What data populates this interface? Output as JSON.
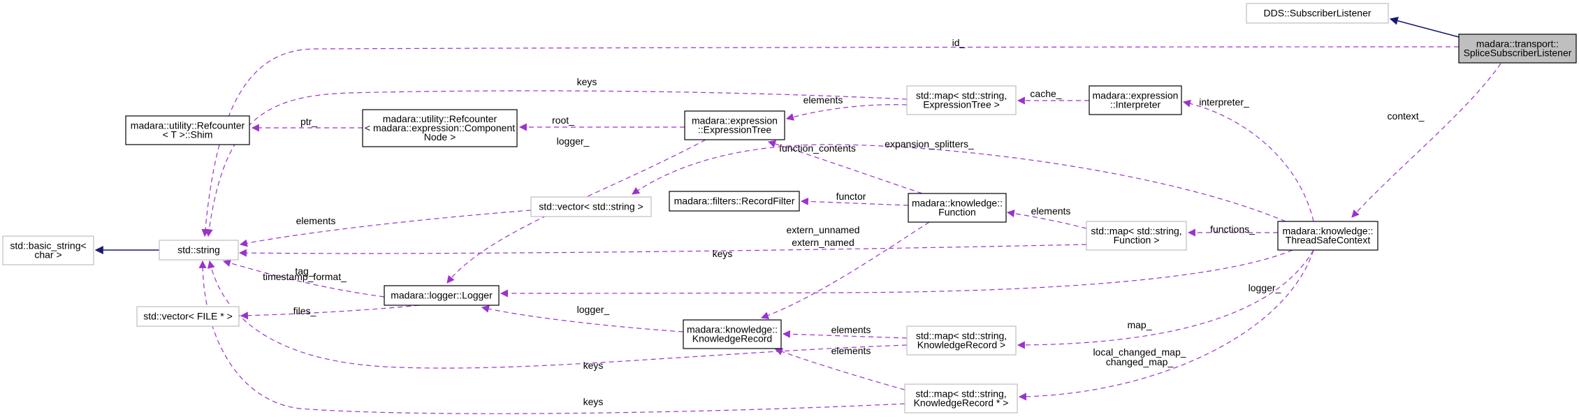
{
  "nodes": [
    {
      "id": "dds_sub",
      "lines": [
        "DDS::SubscriberListener"
      ],
      "style": "gray"
    },
    {
      "id": "splice",
      "lines": [
        "madara::transport::",
        "SpliceSubscriberListener"
      ],
      "style": "root"
    },
    {
      "id": "shim",
      "lines": [
        "madara::utility::Refcounter",
        "< T >::Shim"
      ],
      "style": "black"
    },
    {
      "id": "refcounter",
      "lines": [
        "madara::utility::Refcounter",
        "< madara::expression::Component",
        "Node >"
      ],
      "style": "black"
    },
    {
      "id": "exprtree",
      "lines": [
        "madara::expression",
        "::ExpressionTree"
      ],
      "style": "black"
    },
    {
      "id": "map_expr",
      "lines": [
        "std::map< std::string,",
        "ExpressionTree >"
      ],
      "style": "gray"
    },
    {
      "id": "interp",
      "lines": [
        "madara::expression",
        "::Interpreter"
      ],
      "style": "black"
    },
    {
      "id": "basic_string",
      "lines": [
        "std::basic_string<",
        "char >"
      ],
      "style": "gray"
    },
    {
      "id": "string",
      "lines": [
        "std::string"
      ],
      "style": "gray"
    },
    {
      "id": "vec_string",
      "lines": [
        "std::vector< std::string >"
      ],
      "style": "gray"
    },
    {
      "id": "recfilter",
      "lines": [
        "madara::filters::RecordFilter"
      ],
      "style": "black"
    },
    {
      "id": "function",
      "lines": [
        "madara::knowledge::",
        "Function"
      ],
      "style": "black"
    },
    {
      "id": "map_func",
      "lines": [
        "std::map< std::string,",
        "Function >"
      ],
      "style": "gray"
    },
    {
      "id": "tsc",
      "lines": [
        "madara::knowledge::",
        "ThreadSafeContext"
      ],
      "style": "black"
    },
    {
      "id": "vec_file",
      "lines": [
        "std::vector< FILE * >"
      ],
      "style": "gray"
    },
    {
      "id": "logger",
      "lines": [
        "madara::logger::Logger"
      ],
      "style": "black"
    },
    {
      "id": "krecord",
      "lines": [
        "madara::knowledge::",
        "KnowledgeRecord"
      ],
      "style": "black"
    },
    {
      "id": "map_kr",
      "lines": [
        "std::map< std::string,",
        "KnowledgeRecord >"
      ],
      "style": "gray"
    },
    {
      "id": "map_krp",
      "lines": [
        "std::map< std::string,",
        "KnowledgeRecord * >"
      ],
      "style": "gray"
    }
  ],
  "edges": [
    {
      "id": "e_inherit_dds",
      "kind": "inherit",
      "labels": []
    },
    {
      "id": "e_inherit_basic",
      "kind": "inherit",
      "labels": []
    },
    {
      "id": "e_id",
      "kind": "usage",
      "labels": [
        "id_"
      ]
    },
    {
      "id": "e_context",
      "kind": "usage",
      "labels": [
        "context_"
      ]
    },
    {
      "id": "e_keys_mapexpr",
      "kind": "usage",
      "labels": [
        "keys"
      ]
    },
    {
      "id": "e_ptr",
      "kind": "usage",
      "labels": [
        "ptr_"
      ]
    },
    {
      "id": "e_root",
      "kind": "usage",
      "labels": [
        "root_"
      ]
    },
    {
      "id": "e_elements_mapexpr",
      "kind": "usage",
      "labels": [
        "elements"
      ]
    },
    {
      "id": "e_cache",
      "kind": "usage",
      "labels": [
        "cache_"
      ]
    },
    {
      "id": "e_interpreter",
      "kind": "usage",
      "labels": [
        "interpreter_"
      ]
    },
    {
      "id": "e_logger_expr",
      "kind": "usage",
      "labels": [
        "logger_"
      ]
    },
    {
      "id": "e_function_contents",
      "kind": "usage",
      "labels": [
        "function_contents"
      ]
    },
    {
      "id": "e_expansion",
      "kind": "usage",
      "labels": [
        "expansion_splitters_"
      ]
    },
    {
      "id": "e_elements_vec",
      "kind": "usage",
      "labels": [
        "elements"
      ]
    },
    {
      "id": "e_functor",
      "kind": "usage",
      "labels": [
        "functor"
      ]
    },
    {
      "id": "e_elements_mapfunc",
      "kind": "usage",
      "labels": [
        "elements"
      ]
    },
    {
      "id": "e_functions",
      "kind": "usage",
      "labels": [
        "functions_"
      ]
    },
    {
      "id": "e_keys_mapfunc",
      "kind": "usage",
      "labels": [
        "keys"
      ]
    },
    {
      "id": "e_extern",
      "kind": "usage",
      "labels": [
        "extern_unnamed",
        "extern_named"
      ]
    },
    {
      "id": "e_tag",
      "kind": "usage",
      "labels": [
        "tag_",
        "timestamp_format_"
      ]
    },
    {
      "id": "e_logger_tsc",
      "kind": "usage",
      "labels": [
        "logger_"
      ]
    },
    {
      "id": "e_files",
      "kind": "usage",
      "labels": [
        "files_"
      ]
    },
    {
      "id": "e_logger_kr",
      "kind": "usage",
      "labels": [
        "logger_"
      ]
    },
    {
      "id": "e_elements_mapkr",
      "kind": "usage",
      "labels": [
        "elements"
      ]
    },
    {
      "id": "e_map",
      "kind": "usage",
      "labels": [
        "map_"
      ]
    },
    {
      "id": "e_keys_mapkr",
      "kind": "usage",
      "labels": [
        "keys"
      ]
    },
    {
      "id": "e_elements_mapkrp",
      "kind": "usage",
      "labels": [
        "elements"
      ]
    },
    {
      "id": "e_changed",
      "kind": "usage",
      "labels": [
        "local_changed_map_",
        "changed_map_"
      ]
    },
    {
      "id": "e_keys_mapkrp",
      "kind": "usage",
      "labels": [
        "keys"
      ]
    }
  ],
  "colors": {
    "usage": "#9a32cd",
    "inherit": "#191970",
    "gray_border": "#bfbfbf",
    "black_border": "#000000",
    "root_fill": "#bfbfbf"
  }
}
